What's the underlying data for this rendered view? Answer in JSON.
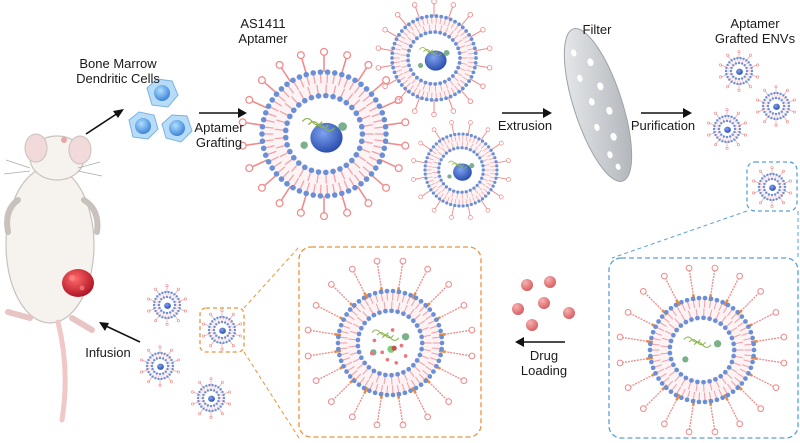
{
  "labels": {
    "bmdc_line1": "Bone Marrow",
    "bmdc_line2": "Dendritic Cells",
    "as1411_line1": "AS1411",
    "as1411_line2": "Aptamer",
    "grafting_line1": "Aptamer",
    "grafting_line2": "Grafting",
    "extrusion": "Extrusion",
    "filter": "Filter",
    "purification": "Purification",
    "grafted_line1": "Aptamer",
    "grafted_line2": "Grafted ENVs",
    "drug_line1": "Drug",
    "drug_line2": "Loading",
    "infusion": "Infusion"
  },
  "colors": {
    "bead": "#6b8fd6",
    "lipid_tail": "#f4a0a8",
    "aptamer": "#f08a8a",
    "core": "#3d64c8",
    "cell": "#4a8fe0",
    "tumor": "#d42a35",
    "drug": "#e8787c",
    "box_orange": "#e6953c",
    "box_blue": "#5a9fd4",
    "filter": "#c9ccd1",
    "mouse_body": "#f6f2ee"
  }
}
